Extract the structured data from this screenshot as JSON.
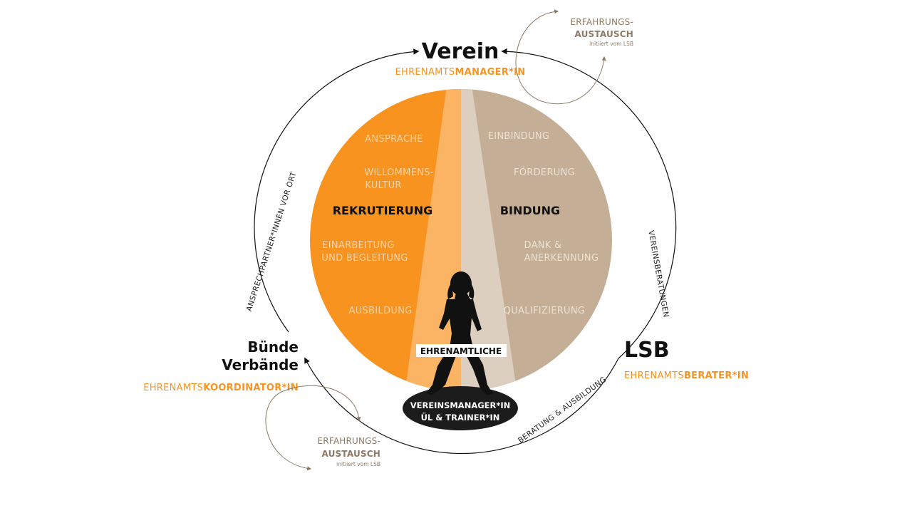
{
  "colors": {
    "orange": "#f7931e",
    "orange_light": "#fbb464",
    "beige": "#c4ae95",
    "beige_light": "#dccfbf",
    "dark": "#111111",
    "brown_text": "#8b7966"
  },
  "nodes": {
    "verein": {
      "title": "Verein",
      "role_prefix": "EHRENAMTS",
      "role_highlight": "MANAGER*IN"
    },
    "lsb": {
      "title": "LSB",
      "role_prefix": "EHRENAMTS",
      "role_highlight": "BERATER*IN"
    },
    "buende": {
      "title_line1": "Bünde",
      "title_line2": "Verbände",
      "role_prefix": "EHRENAMTS",
      "role_highlight": "KOORDINATOR*IN"
    }
  },
  "rekrutierung": {
    "heading": "REKRUTIERUNG",
    "steps": {
      "ansprache": "ANSPRACHE",
      "willkommen_1": "WILLOMMENS-",
      "willkommen_2": "KULTUR",
      "einarbeitung_1": "EINARBEITUNG",
      "einarbeitung_2": "UND BEGLEITUNG",
      "ausbildung": "AUSBILDUNG"
    }
  },
  "bindung": {
    "heading": "BINDUNG",
    "steps": {
      "einbindung": "EINBINDUNG",
      "foerderung": "FÖRDERUNG",
      "dank_1": "DANK &",
      "dank_2": "ANERKENNUNG",
      "qualifizierung": "QUALIFIZIERUNG"
    }
  },
  "center": {
    "ehrenamtliche": "EHRENAMTLICHE",
    "base_line1": "VEREINSMANAGER*IN",
    "base_line2": "ÜL & TRAINER*IN"
  },
  "ring_labels": {
    "left": "ANSPRECHPARTNER*INNEN VOR ORT",
    "right": "VEREINSBERATUNGEN",
    "bottom": "BERATUNG & AUSBILDUNG"
  },
  "exchange_top": {
    "line1": "ERFAHRUNGS-",
    "line2": "AUSTAUSCH",
    "sub": "initiiert vom LSB"
  },
  "exchange_bottom": {
    "line1": "ERFAHRUNGS-",
    "line2": "AUSTAUSCH",
    "sub": "initiiert vom LSB"
  }
}
